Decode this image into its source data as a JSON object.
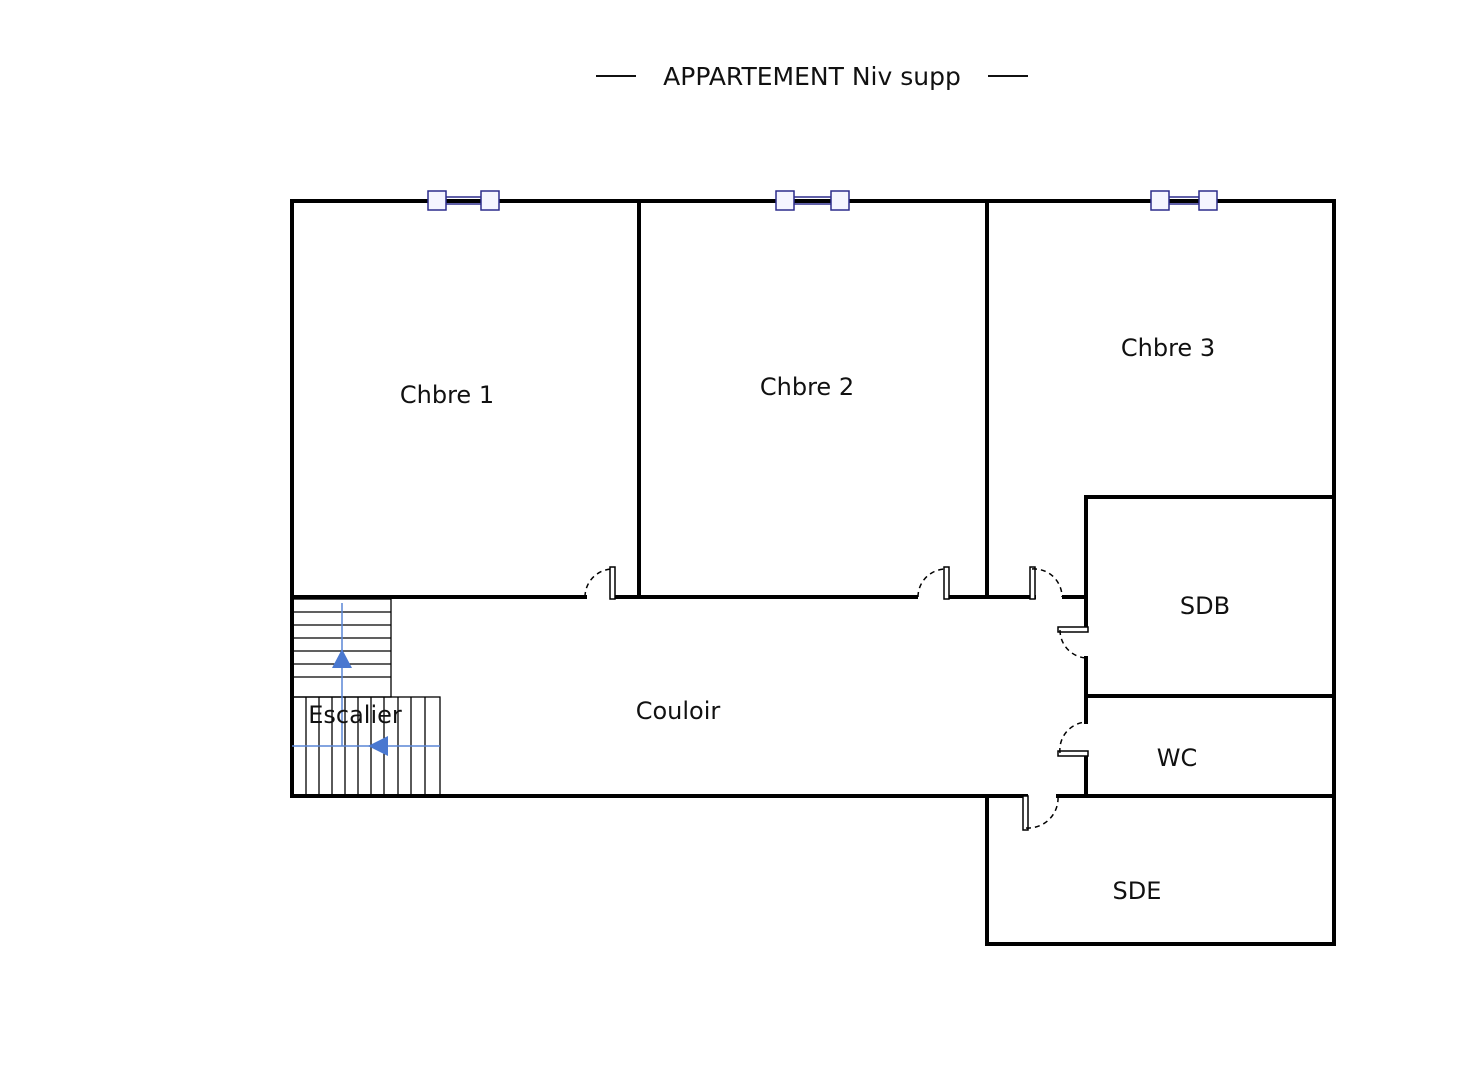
{
  "plan": {
    "title": "APPARTEMENT Niv supp",
    "rooms": {
      "chbre1": "Chbre 1",
      "chbre2": "Chbre 2",
      "chbre3": "Chbre 3",
      "sdb": "SDB",
      "couloir": "Couloir",
      "escalier": "Escalier",
      "wc": "WC",
      "sde": "SDE"
    },
    "colors": {
      "walls": "#000000",
      "windows": "#2c2c8c",
      "stair_arrow": "#4a78d0"
    }
  }
}
